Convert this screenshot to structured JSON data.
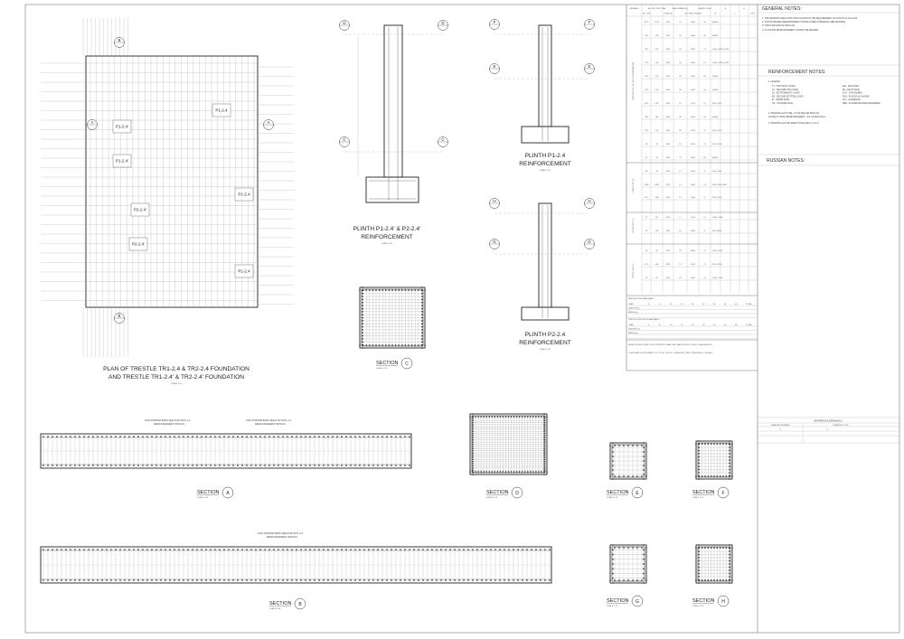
{
  "plan": {
    "title_line1": "PLAN OF TRESTLE TR1-2.4 & TR2-2.4 FOUNDATION",
    "title_line2": "AND TRESTLE TR1-2.4' & TR2-2.4' FOUNDATION",
    "scale": "SCALE 1:50",
    "plinth_labels": [
      "P1-2.4'",
      "P1-2.4'",
      "P2-2.4'",
      "P2-2.4'",
      "P1-2.4",
      "P1-2.4",
      "P1-2.4"
    ],
    "section_marks": [
      "A",
      "A",
      "B",
      "B"
    ]
  },
  "plinth_p1p2_prime": {
    "title_line1": "PLINTH P1-2.4' & P2-2.4'",
    "title_line2": "REINFORCEMENT",
    "scale": "SCALE 1:50",
    "marks": [
      "D",
      "D",
      "C",
      "C"
    ]
  },
  "plinth_p1": {
    "title_line1": "PLINTH P1-2.4",
    "title_line2": "REINFORCEMENT",
    "scale": "SCALE 1:50",
    "marks": [
      "F",
      "F",
      "E",
      "E"
    ]
  },
  "plinth_p2": {
    "title_line1": "PLINTH P2-2.4",
    "title_line2": "REINFORCEMENT",
    "scale": "SCALE 1:50",
    "marks": [
      "H",
      "H",
      "G",
      "G"
    ]
  },
  "sections": [
    {
      "word": "SECTION",
      "mark": "C",
      "scale": "SCALE 1:25"
    },
    {
      "word": "SECTION",
      "mark": "A",
      "scale": "SCALE 1:50"
    },
    {
      "word": "SECTION",
      "mark": "B",
      "scale": "SCALE 1:50"
    },
    {
      "word": "SECTION",
      "mark": "D",
      "scale": "SCALE 1:25"
    },
    {
      "word": "SECTION",
      "mark": "E",
      "scale": "SCALE 1:25"
    },
    {
      "word": "SECTION",
      "mark": "F",
      "scale": "SCALE 1:25"
    },
    {
      "word": "SECTION",
      "mark": "G",
      "scale": "SCALE 1:25"
    },
    {
      "word": "SECTION",
      "mark": "H",
      "scale": "SCALE 1:25"
    }
  ],
  "starter_note_line1": "FOR STARTER BARS SEE PLINTH P1-2.4",
  "starter_note_line2": "REINFORCEMENT DETAILS",
  "schedule": {
    "headers": [
      "MEMBER",
      "No. OFF",
      "No. OFF PER ITEM",
      "TOTAL No.",
      "BAR & MARK No.",
      "CUTTING LENGTH",
      "SHAPE CODE",
      "A",
      "B",
      "C",
      "D",
      "E/R"
    ],
    "groups": [
      "TRESTLE TR1-2.4, TR2-2.4 FOUNDATION",
      "PLINTH P1-2.4'",
      "PLINTH P1-2.4",
      "PLINTH P2-2.4"
    ],
    "rows": [
      [
        "1572",
        "1572",
        "Ø12",
        "01",
        "6000",
        "00",
        "[6000]"
      ],
      [
        "226",
        "226",
        "Ø12",
        "02",
        "6080",
        "00",
        "[6080]"
      ],
      [
        "226",
        "226",
        "Ø25",
        "03",
        "6920",
        "21",
        "1400 | 3500 | 1400"
      ],
      [
        "226",
        "226",
        "Ø25",
        "04",
        "6520",
        "21",
        "1400 | 3525 | 1400"
      ],
      [
        "226",
        "226",
        "Ø25",
        "05",
        "3560",
        "00",
        "[3560]"
      ],
      [
        "226",
        "226",
        "Ø25",
        "06",
        "4100",
        "00",
        "[4100]"
      ],
      [
        "226",
        "226",
        "Ø25",
        "07",
        "5270",
        "11",
        "300 | 2370"
      ],
      [
        "780",
        "780",
        "Ø25",
        "08",
        "9000",
        "00",
        "[9000]"
      ],
      [
        "226",
        "226",
        "Ø25",
        "09",
        "2870",
        "11",
        "300 | 2370"
      ],
      [
        "28",
        "28",
        "Ø25",
        "10",
        "2500",
        "11",
        "300 | 2100"
      ],
      [
        "42",
        "42",
        "Ø20",
        "11",
        "6000",
        "00",
        "[6000]"
      ],
      [
        "28",
        "28",
        "Ø25",
        "12",
        "4460",
        "11",
        "300 | 4160"
      ],
      [
        "1360",
        "1360",
        "Ø16",
        "13",
        "4440",
        "41",
        "980 | 1960 | 480"
      ],
      [
        "112",
        "448",
        "Ø25",
        "14",
        "1500",
        "11",
        "300 | 1200"
      ],
      [
        "27",
        "132",
        "Ø12",
        "17",
        "1810",
        "51",
        "1640 | 1640"
      ],
      [
        "26",
        "104",
        "Ø25",
        "16",
        "8300",
        "11",
        "300 | 8000"
      ],
      [
        "16",
        "64",
        "Ø12",
        "23",
        "4660",
        "51",
        "1140 | 1140"
      ],
      [
        "112",
        "448",
        "Ø25",
        "14",
        "1500",
        "11",
        "300 | 1200"
      ],
      [
        "16",
        "64",
        "Ø12",
        "23",
        "4660",
        "51",
        "1140 | 1140"
      ]
    ],
    "weights_new_title": "NEW REVISION BAR MASS",
    "weights_prev_title": "PREVIOUS REVISION BAR MASS",
    "bar_sizes": [
      "BAR",
      "6",
      "8",
      "10",
      "12",
      "16",
      "20",
      "25",
      "32",
      "40",
      "TOTAL"
    ],
    "weight_rows": [
      "LENGTH (m)",
      "MASS (kg)",
      "LENGTH (m)",
      "MASS (kg)"
    ],
    "footnote_line1": "REINFORCING STEEL FOR CONCRETE SHALL BE GRADE 25G2S / 35GS (CLASS A400) IN",
    "footnote_line2": "COMPLIANCE WITH TABLE 5 OF GOST 5781-82, CLASS A-III, YIELD STRENGTH = 390 MPa"
  },
  "notes": {
    "general_title": "GENERAL NOTES:",
    "general": [
      "1.   THE DRAWING EXECUTION SHOULD MATCH THE REQUIREMENT OF GOST R 21.101-2013",
      "2.   FOR STANDARD REINFORCEMENT SHAPE CODES & BENDING SEE DRAWING",
      "      N° WS70-WD-0000-00-00001-001",
      "3.   CLASS 500 REINFORCEMENT CANNOT BE WELDED"
    ],
    "reinforcement_title": "REINFORCEMENT NOTES:",
    "legend_title": "1. LEGEND:",
    "legend_left": [
      "T1 - TOP MOST LAYER",
      "T2 - SECOND TOP LAYER",
      "B1 - BOTTOMMOST LAYER",
      "B2 - SECOND BOTTOM LAYER",
      "IF - INSIDE FACE",
      "OF - OUTSIDE FACE"
    ],
    "legend_right": [
      "EW - EACH WAY",
      "EF - EACH FACE",
      "STG - STAGGERED",
      "PAS - PLACES AS SHOWN",
      "ALT - ALTERNATE",
      "ABR - ALTERNATE BARS REVERSED"
    ],
    "rein_2_line1": "2. MINIMUM LAP TO BE - 70 DS MALLER BAR (LD)",
    "rein_2_line2": "    COVER TO MAIN REINFORCEMENT - ALL COVER 50mm",
    "rein_3": "3. MINIMUM LAP FOR MESH TO BE 400mm U.O.N",
    "russian_title": "RUSSIAN NOTES:"
  },
  "reference": {
    "title": "REFERENCE DRAWINGS",
    "col1": "DRAWING NUMBER",
    "col2": "DRAWING TITLE",
    "row1": [
      "X",
      "X"
    ]
  }
}
